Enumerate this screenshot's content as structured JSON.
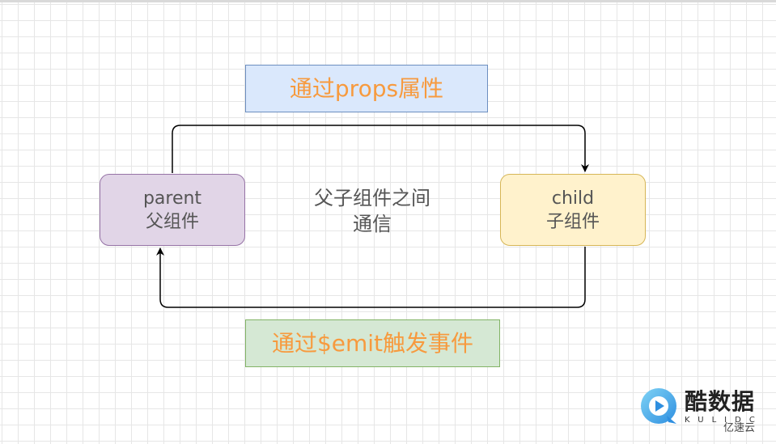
{
  "diagram": {
    "props_label": "通过props属性",
    "emit_label": "通过$emit触发事件",
    "center_line1": "父子组件之间",
    "center_line2": "通信",
    "parent": {
      "name": "parent",
      "subtitle": "父组件"
    },
    "child": {
      "name": "child",
      "subtitle": "子组件"
    }
  },
  "watermark": {
    "title": "酷数据",
    "subtitle": "KULIDC",
    "brand": "亿速云"
  },
  "colors": {
    "label_text": "#f79a3e",
    "node_text": "#555555",
    "props_fill": "#dae8fc",
    "emit_fill": "#d5e8d4",
    "parent_fill": "#e1d5e7",
    "child_fill": "#fff2cc"
  }
}
